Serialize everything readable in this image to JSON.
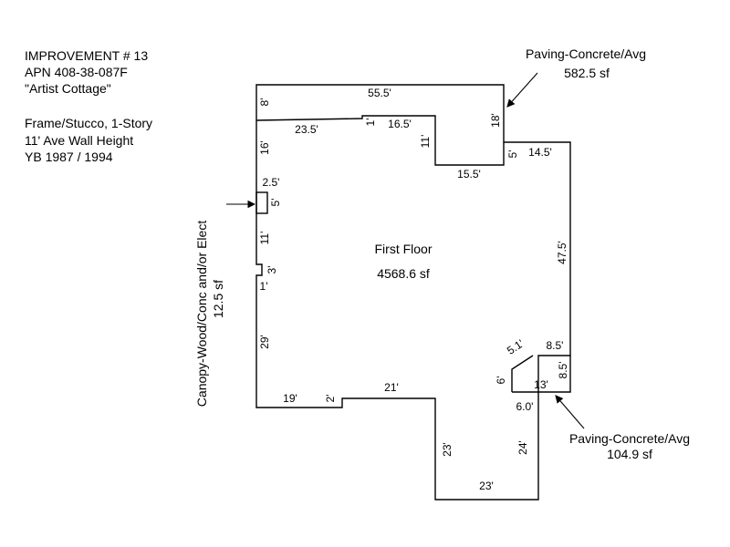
{
  "info": {
    "line1": "IMPROVEMENT # 13",
    "line2": "APN 408-38-087F",
    "line3": "\"Artist Cottage\"",
    "line4": "Frame/Stucco, 1-Story",
    "line5": "11' Ave Wall Height",
    "line6": "YB 1987 / 1994"
  },
  "main_area": {
    "label": "First Floor",
    "area": "4568.6 sf"
  },
  "callouts": {
    "paving_top": {
      "title": "Paving-Concrete/Avg",
      "area": "582.5 sf"
    },
    "paving_bottom": {
      "title": "Paving-Concrete/Avg",
      "area": "104.9 sf"
    },
    "canopy": {
      "title": "Canopy-Wood/Conc and/or Elect",
      "area": "12.5 sf"
    }
  },
  "dims": {
    "top_55_5": "55.5'",
    "left_8": "8'",
    "notch_23_5": "23.5'",
    "notch_1": "1'",
    "notch_16_5": "16.5'",
    "notch_11": "11'",
    "notch_15_5": "15.5'",
    "right_18": "18'",
    "right_5": "5'",
    "right_14_5": "14.5'",
    "left_16": "16'",
    "canopy_2_5": "2.5'",
    "canopy_5": "5'",
    "left_11": "11'",
    "left_3": "3'",
    "left_1": "1'",
    "left_29": "29'",
    "right_47_5": "47.5'",
    "pave_5_1": "5.1'",
    "pave_8_5_top": "8.5'",
    "pave_8_5_side": "8.5'",
    "pave_6": "6'",
    "pave_13": "13'",
    "pave_6_0": "6.0'",
    "bottom_19": "19'",
    "bottom_2": "2'",
    "bottom_21": "21'",
    "bottom_23_left": "23'",
    "bottom_24": "24'",
    "bottom_23": "23'"
  }
}
